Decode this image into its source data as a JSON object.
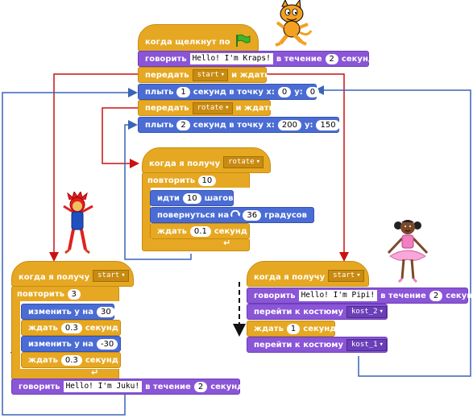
{
  "script_top": {
    "hat_label": "когда щелкнут по",
    "say1": {
      "verb": "говорить",
      "text": "Hello! I'm Kraps!",
      "mid": "в течение",
      "secs": "2",
      "unit": "секунд"
    },
    "broadcast1": {
      "verb": "передать",
      "msg": "start",
      "suffix": "и ждать"
    },
    "glide1": {
      "verb": "плыть",
      "secs": "1",
      "mid": "секунд в точку x:",
      "x": "0",
      "ylabel": "y:",
      "y": "0"
    },
    "broadcast2": {
      "verb": "передать",
      "msg": "rotate",
      "suffix": "и ждать"
    },
    "glide2": {
      "verb": "плыть",
      "secs": "2",
      "mid": "секунд в точку x:",
      "x": "200",
      "ylabel": "y:",
      "y": "150"
    }
  },
  "script_rotate": {
    "hat_label": "когда я получу",
    "msg": "rotate",
    "repeat_label": "повторить",
    "repeat_count": "10",
    "move": {
      "verb": "идти",
      "n": "10",
      "suffix": "шагов"
    },
    "turn": {
      "verb": "повернуться на",
      "n": "36",
      "suffix": "градусов"
    },
    "wait": {
      "verb": "ждать",
      "n": "0.1",
      "suffix": "секунд"
    }
  },
  "script_start_juku": {
    "hat_label": "когда я получу",
    "msg": "start",
    "repeat_label": "повторить",
    "repeat_count": "3",
    "change1": {
      "verb": "изменить y на",
      "n": "30"
    },
    "wait1": {
      "verb": "ждать",
      "n": "0.3",
      "suffix": "секунд"
    },
    "change2": {
      "verb": "изменить y на",
      "n": "-30"
    },
    "wait2": {
      "verb": "ждать",
      "n": "0.3",
      "suffix": "секунд"
    },
    "say": {
      "verb": "говорить",
      "text": "Hello! I'm Juku!",
      "mid": "в течение",
      "secs": "2",
      "unit": "секунд"
    }
  },
  "script_start_pipi": {
    "hat_label": "когда я получу",
    "msg": "start",
    "say": {
      "verb": "говорить",
      "text": "Hello! I'm Pipi!",
      "mid": "в течение",
      "secs": "2",
      "unit": "секунд"
    },
    "costume1": {
      "verb": "перейти к костюму",
      "value": "kost_2"
    },
    "wait": {
      "verb": "ждать",
      "n": "1",
      "suffix": "секунд"
    },
    "costume2": {
      "verb": "перейти к костюму",
      "value": "kost_1"
    }
  },
  "icons": {
    "flag": "green-flag-icon",
    "turn": "rotate-clockwise-icon"
  },
  "colors": {
    "motion": "#4a6cd4",
    "looks": "#8a55d7",
    "control": "#e6a822",
    "arrow_red": "#cc1111",
    "arrow_blue": "#3a64b8"
  }
}
